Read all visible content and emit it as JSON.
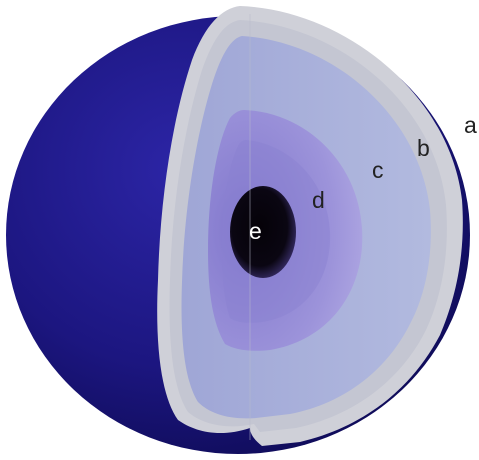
{
  "diagram": {
    "labels": {
      "a": "a",
      "b": "b",
      "c": "c",
      "d": "d",
      "e": "e"
    }
  },
  "colors": {
    "outer_shell": "#1c1680",
    "outer_shell_dark": "#0d0a52",
    "cut_rim": "#c9cad3",
    "layer_b": "#c6c8d4",
    "layer_c": "#a9b2db",
    "layer_d": "#9a90d8",
    "core_e": "#0a0612",
    "label_text": "#222222",
    "core_label_text": "#ffffff"
  }
}
